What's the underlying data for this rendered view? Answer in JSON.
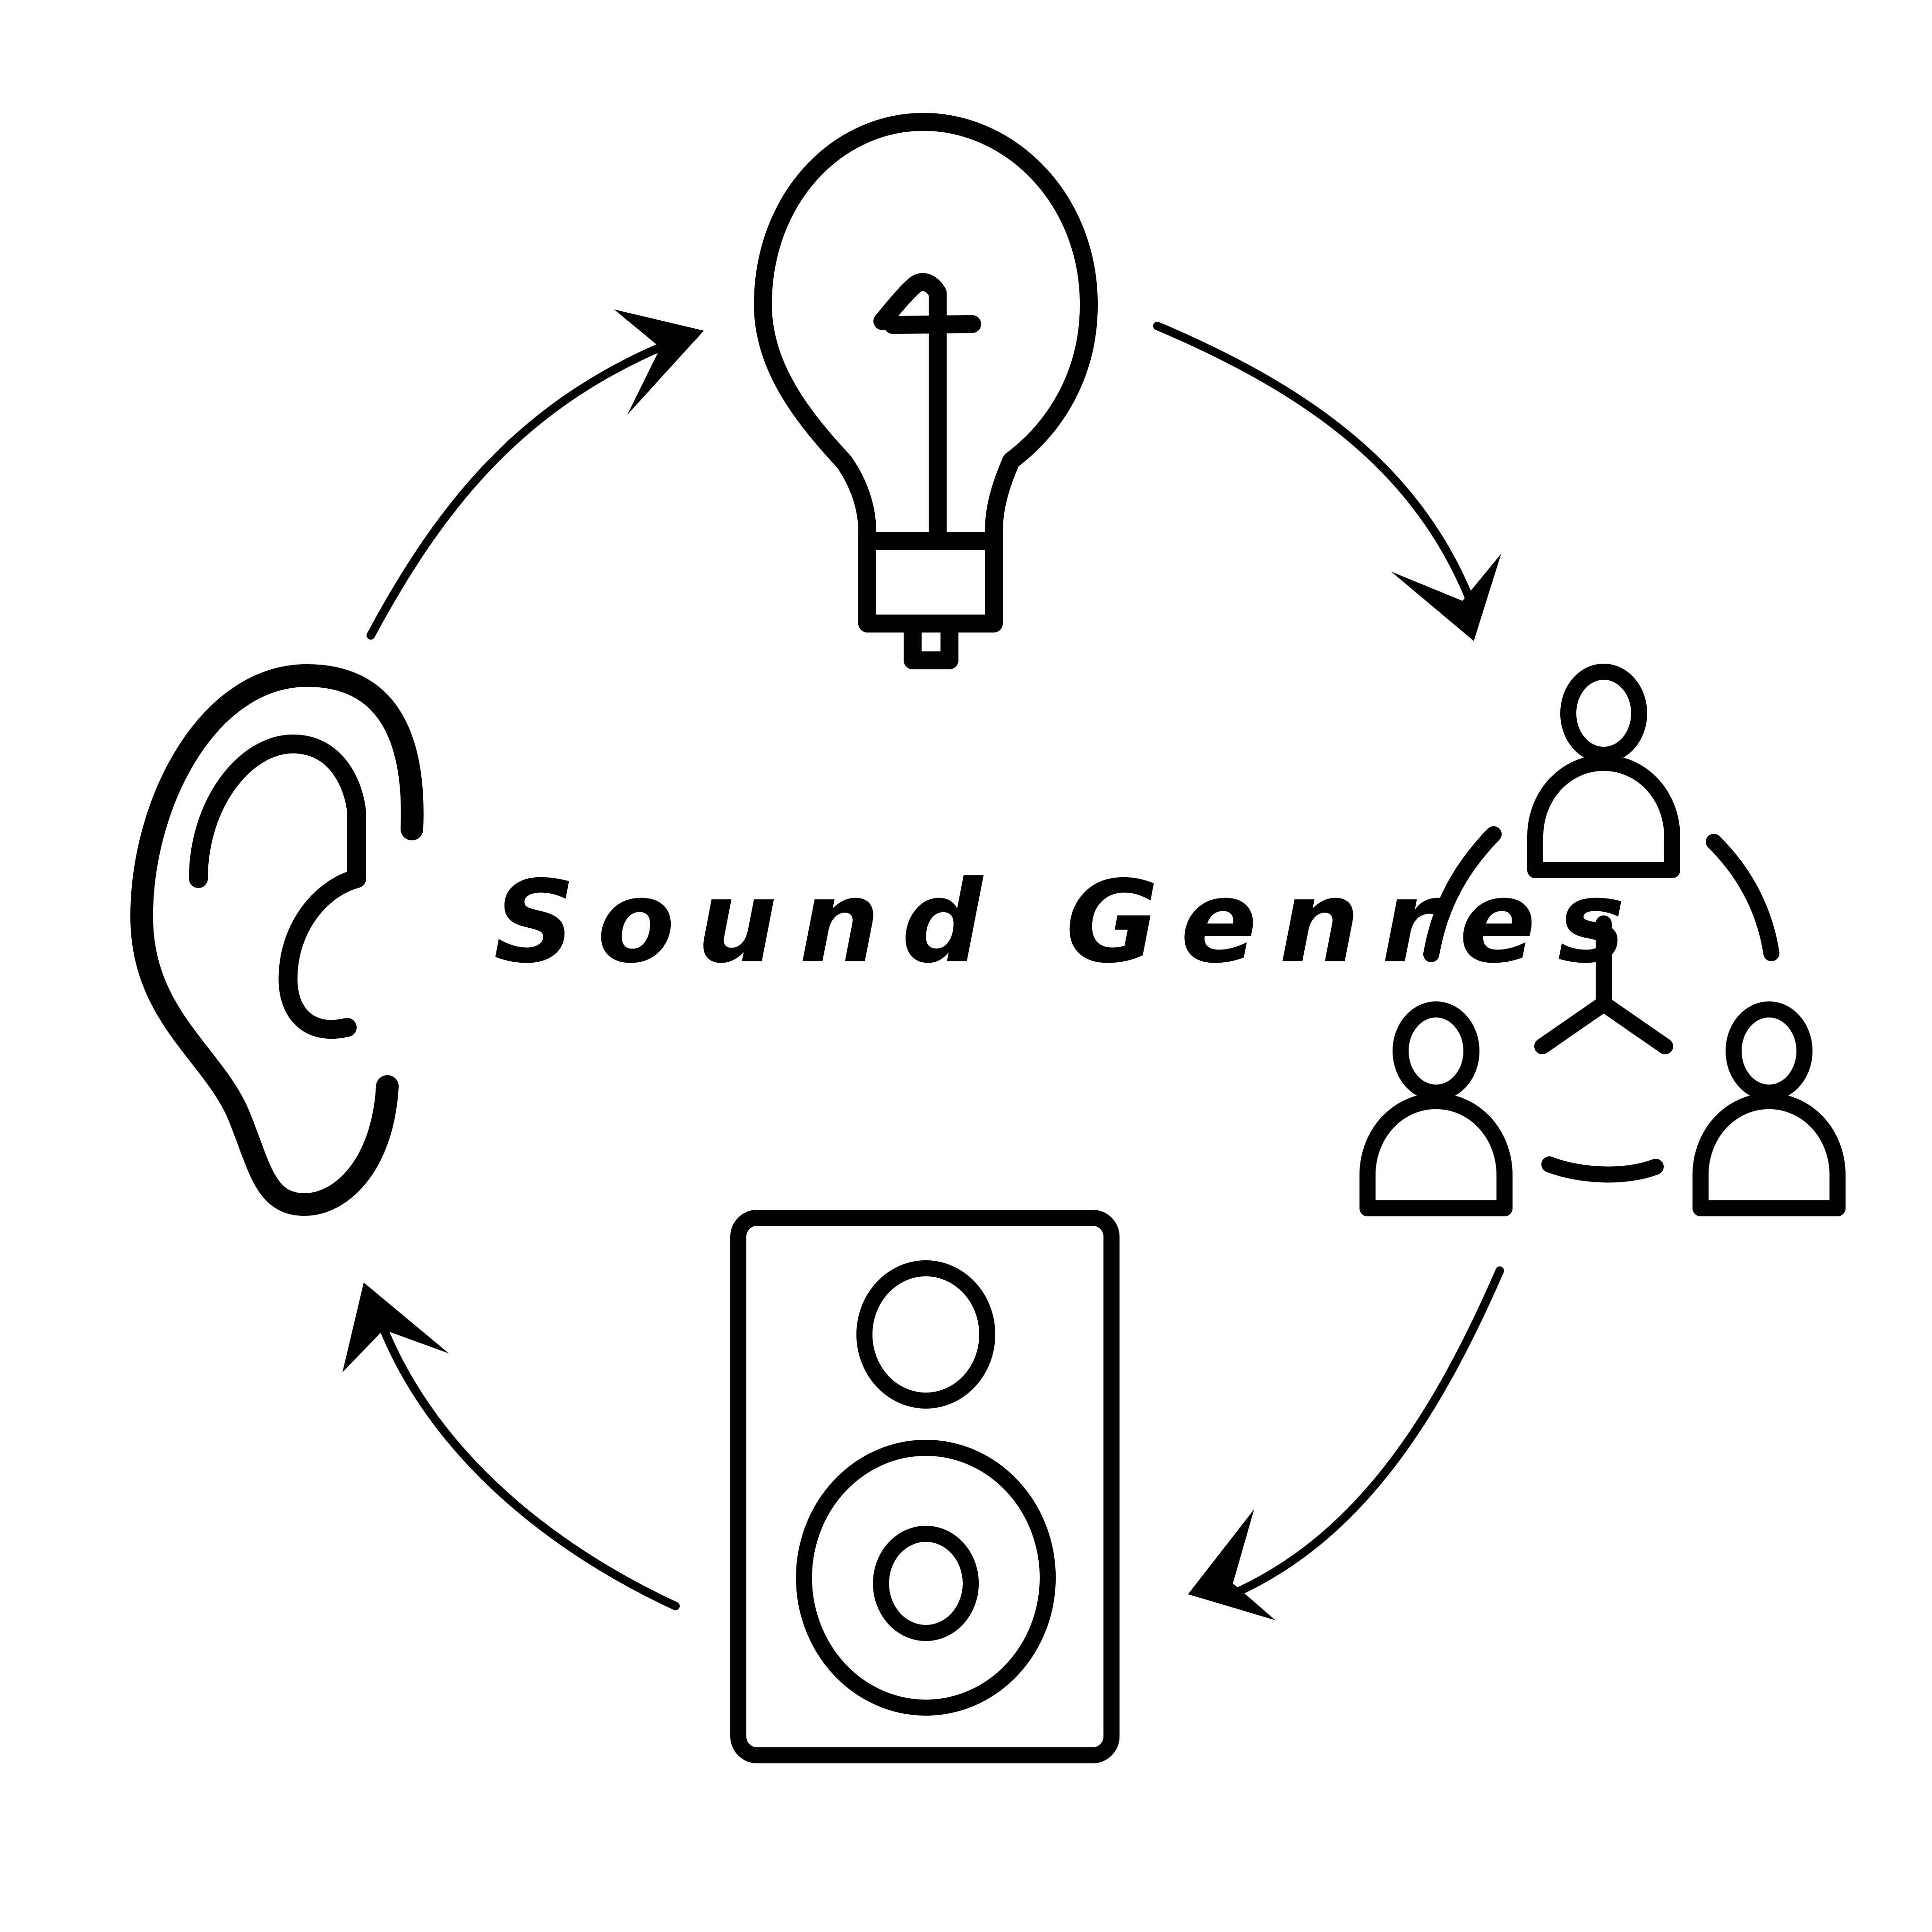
{
  "diagram": {
    "title": "Sound Genres",
    "ink_color": "#000000",
    "background_color": "#ffffff",
    "nodes": [
      {
        "id": "lightbulb",
        "icon": "lightbulb-icon"
      },
      {
        "id": "people-network",
        "icon": "people-network-icon"
      },
      {
        "id": "speaker",
        "icon": "speaker-icon"
      },
      {
        "id": "ear",
        "icon": "ear-icon"
      }
    ],
    "edges": [
      {
        "from": "ear",
        "to": "lightbulb"
      },
      {
        "from": "lightbulb",
        "to": "people-network"
      },
      {
        "from": "people-network",
        "to": "speaker"
      },
      {
        "from": "speaker",
        "to": "ear"
      }
    ]
  }
}
